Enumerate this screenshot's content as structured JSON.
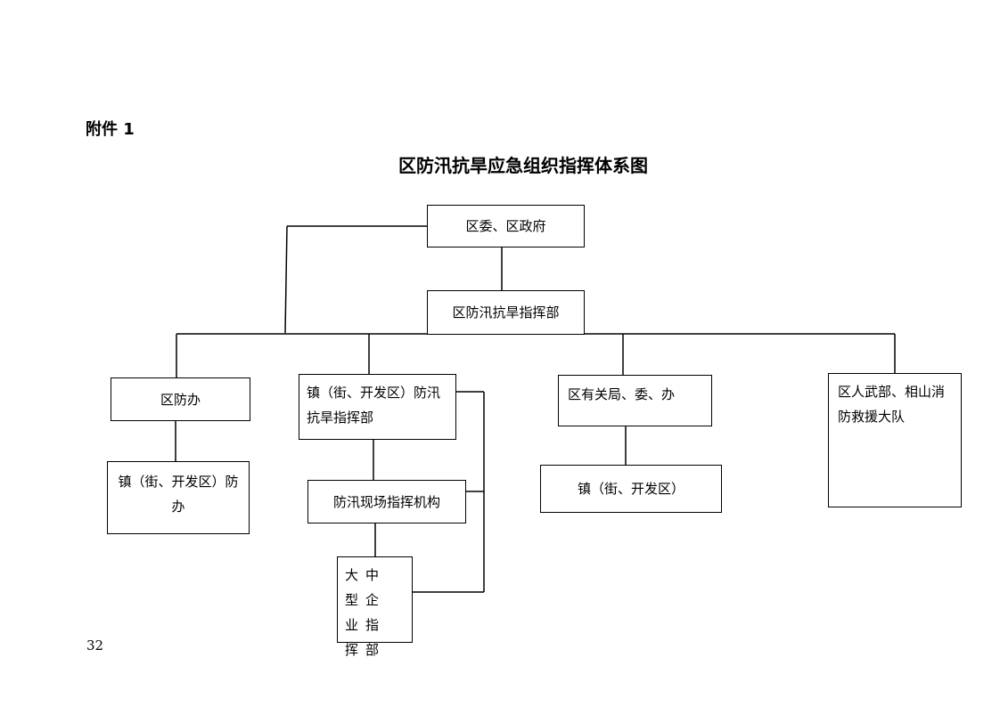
{
  "attachment_label": "附件 1",
  "title": "区防汛抗旱应急组织指挥体系图",
  "page_number": "32",
  "nodes": {
    "top": "区委、区政府",
    "hq": "区防汛抗旱指挥部",
    "district_office": "区防办",
    "town_hq": "镇（街、开发区）防汛抗旱指挥部",
    "departments": "区有关局、委、办",
    "armed_forces": "区人武部、相山消防救援大队",
    "town_office": "镇（街、开发区）防办",
    "field_command": "防汛现场指挥机构",
    "town": "镇（街、开发区）",
    "enterprise": "大中型企业指挥部"
  }
}
